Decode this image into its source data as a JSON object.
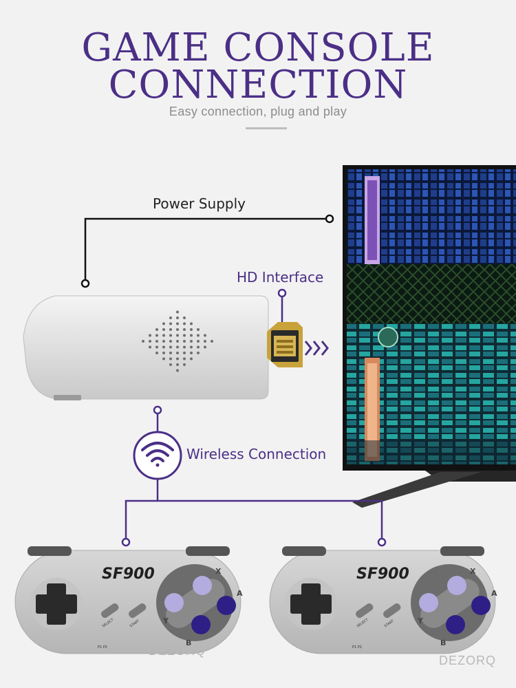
{
  "header": {
    "title_line1": "GAME CONSOLE",
    "title_line2": "CONNECTION",
    "subtitle": "Easy connection, plug and play"
  },
  "callouts": {
    "power_supply": "Power Supply",
    "hd_interface": "HD Interface",
    "wireless_connection": "Wireless Connection"
  },
  "controllers": {
    "brand": "SF900",
    "select_label": "SELECT",
    "start_label": "START",
    "button_x": "X",
    "button_y": "Y",
    "button_a": "A",
    "button_b": "B",
    "player_indicator": "P1  P2"
  },
  "watermark": "DEZORQ",
  "icons": [
    "wifi-icon",
    "arrows-right-icon",
    "dpad-icon"
  ],
  "colors": {
    "accent_purple": "#4b2f86",
    "button_light": "#b3acde",
    "button_dark": "#2e1f86",
    "background": "#f2f2f2"
  }
}
